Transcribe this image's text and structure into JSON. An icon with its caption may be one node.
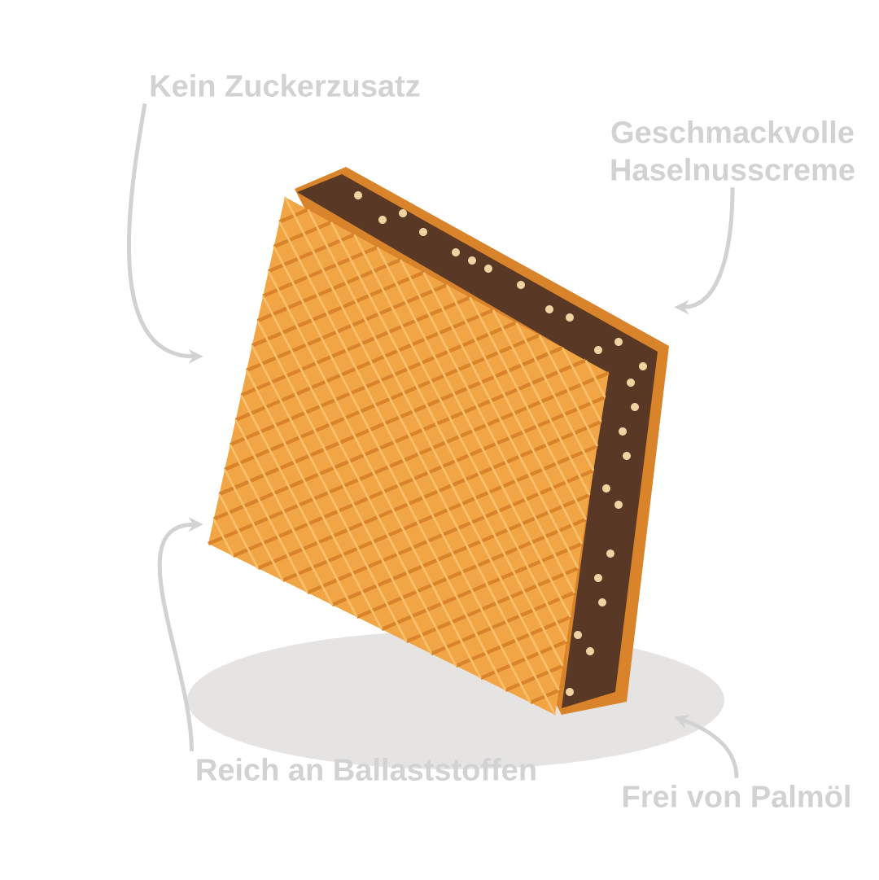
{
  "diagram": {
    "nodes": [
      {
        "text": [
          "Kein Zuckerzusatz"
        ]
      },
      {
        "text": [
          "Geschmackvolle Haselnusscreme"
        ]
      },
      {
        "text": [],
        "shape": "picture"
      },
      {
        "text": [
          "Reich an Ballaststoffen"
        ]
      },
      {
        "text": [
          "Frei von Palmöl"
        ]
      }
    ],
    "edges": [
      {
        "from": 0,
        "to": 2,
        "arrow": "to"
      },
      {
        "from": 1,
        "to": 2,
        "arrow": "to"
      },
      {
        "from": 3,
        "to": 2,
        "arrow": "to"
      },
      {
        "from": 4,
        "to": 2,
        "arrow": "to"
      }
    ]
  }
}
